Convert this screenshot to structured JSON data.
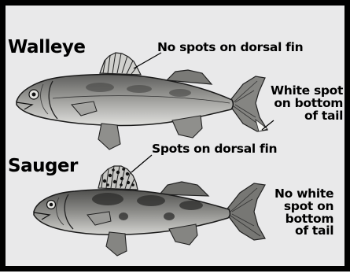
{
  "walleye": {
    "name": "Walleye",
    "dorsal_note": "No spots on dorsal fin",
    "tail_note": [
      "White spot",
      "on bottom",
      "of tail"
    ]
  },
  "sauger": {
    "name": "Sauger",
    "dorsal_note": "Spots on dorsal fin",
    "tail_note": [
      "No white",
      "spot on",
      "bottom",
      "of tail"
    ]
  },
  "colors": {
    "background": "#e9e9ea",
    "border": "#000000",
    "fish_body": "#9a9a97",
    "fish_dark": "#444444",
    "fish_belly": "#d9d9d6"
  }
}
